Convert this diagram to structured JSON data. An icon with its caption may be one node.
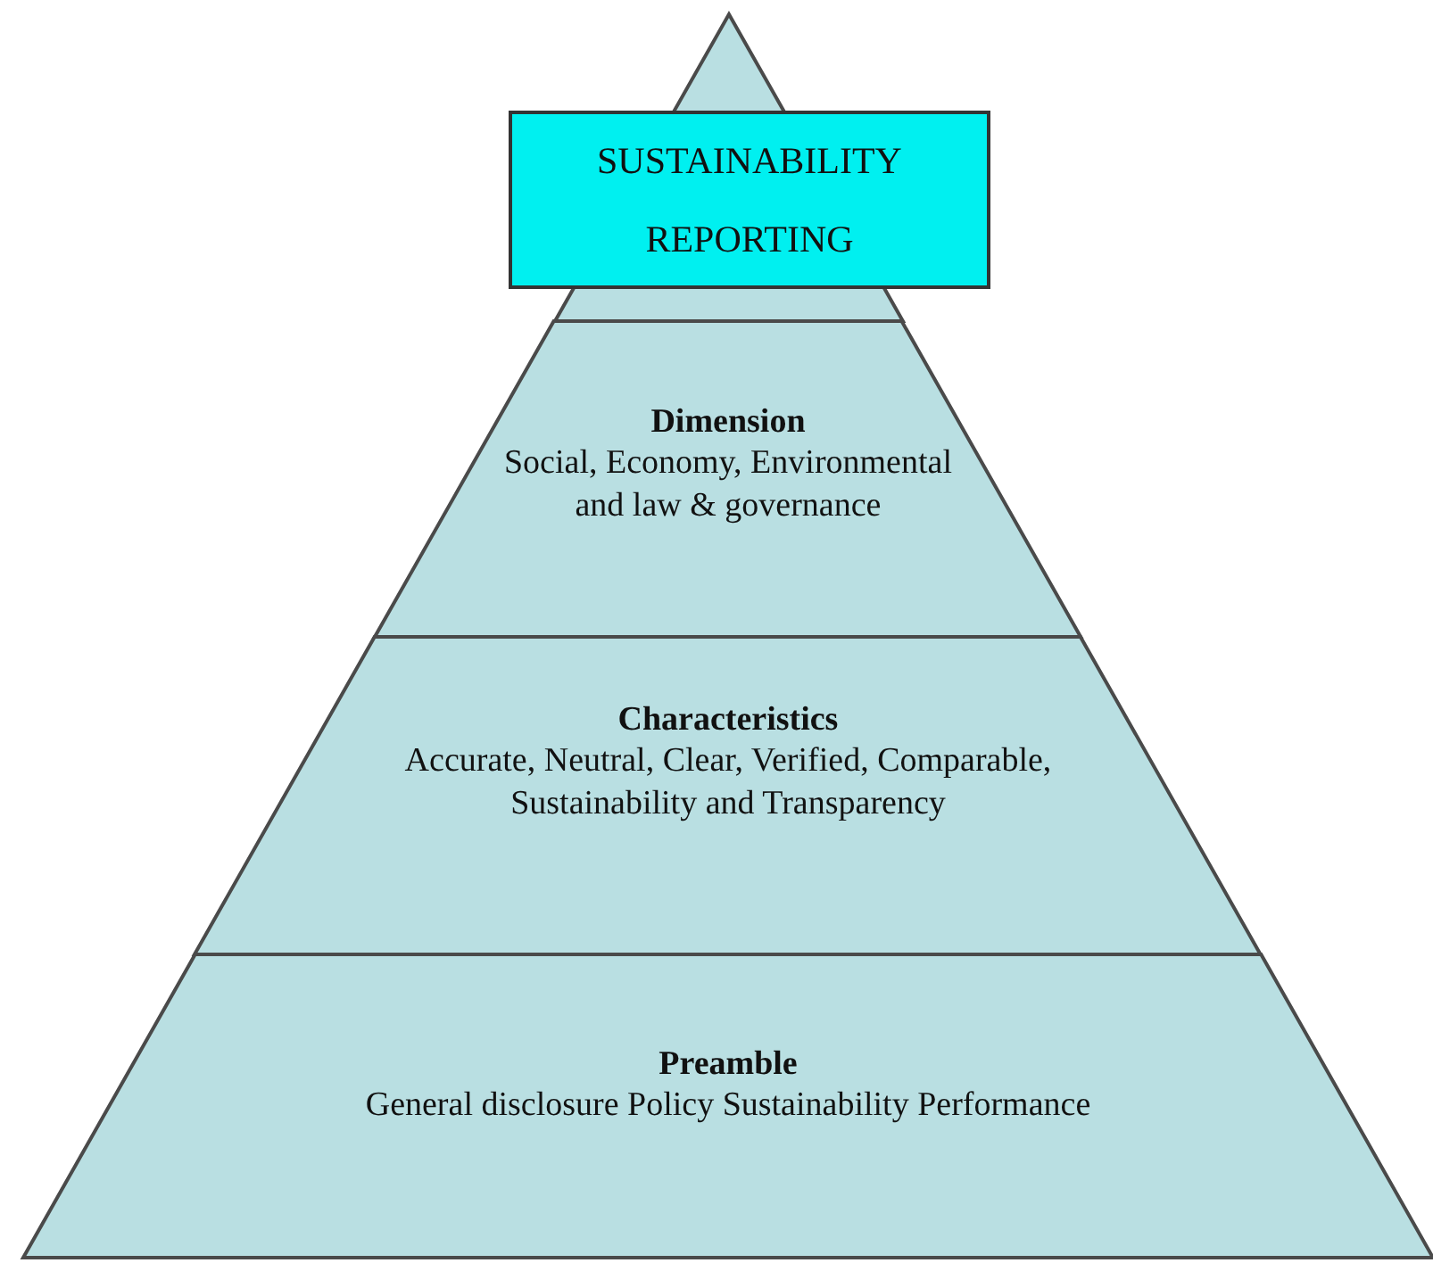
{
  "diagram": {
    "nodes": [
      {
        "text": [],
        "shape": "triangle"
      },
      {
        "text": [
          "SUSTAINABILITY REPORTING"
        ]
      },
      {
        "text": [
          "Dimension",
          "Social, Economy, Environmental and law & governance"
        ]
      },
      {
        "text": [
          "Characteristics",
          "Accurate, Neutral, Clear, Verified, Comparable, Sustainability and Transparency"
        ]
      },
      {
        "text": [
          "Preamble",
          "General disclosure Policy Sustainability Performance"
        ]
      }
    ]
  }
}
